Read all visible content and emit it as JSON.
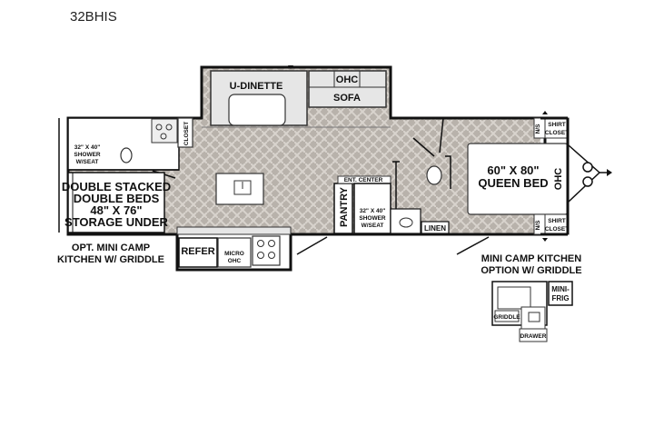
{
  "model": "32BHIS",
  "labels": {
    "u_dinette": "U-DINETTE",
    "ohc_top": "OHC",
    "sofa": "SOFA",
    "closet_left": "CLOSET",
    "shower_left_1": "32\" X 40\"",
    "shower_left_2": "SHOWER",
    "shower_left_3": "W/SEAT",
    "bunks_1": "DOUBLE STACKED",
    "bunks_2": "DOUBLE BEDS",
    "bunks_3": "48\" X 76\"",
    "bunks_4": "STORAGE UNDER",
    "refer": "REFER",
    "micro_1": "MICRO",
    "micro_2": "OHC",
    "pantry": "PANTRY",
    "ent_center": "ENT. CENTER",
    "shower_mid_1": "32\" X 40\"",
    "shower_mid_2": "SHOWER",
    "shower_mid_3": "W/SEAT",
    "linen": "LINEN",
    "queen_1": "60\" X 80\"",
    "queen_2": "QUEEN BED",
    "ohc_right": "OHC",
    "ns_top": "N/S",
    "shirt_closet_top_1": "SHIRT",
    "shirt_closet_top_2": "CLOSET",
    "ns_bottom": "N/S",
    "shirt_closet_bot_1": "SHIRT",
    "shirt_closet_bot_2": "CLOSET",
    "opt_camp_1": "OPT. MINI CAMP",
    "opt_camp_2": "KITCHEN W/ GRIDDLE",
    "mini_camp_1": "MINI CAMP KITCHEN",
    "mini_camp_2": "OPTION W/ GRIDDLE",
    "mini_frig_1": "MINI-",
    "mini_frig_2": "FRIG",
    "griddle": "GRIDDLE",
    "drawer": "DRAWER"
  }
}
